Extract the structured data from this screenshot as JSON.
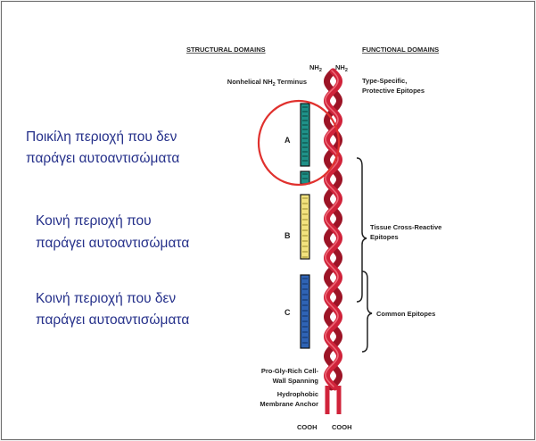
{
  "headers": {
    "structural": "STRUCTURAL DOMAINS",
    "functional": "FUNCTIONAL DOMAINS"
  },
  "termini": {
    "nh2_left": "NH",
    "nh2_right": "NH",
    "nh2_subscript": "2",
    "cooh_left": "COOH",
    "cooh_right": "COOH"
  },
  "structural_labels": {
    "nonhelical_main": "Nonhelical NH",
    "nonhelical_sub": "2",
    "nonhelical_tail": " Terminus",
    "progly_line1": "Pro-Gly-Rich Cell-",
    "progly_line2": "Wall Spanning",
    "hydro_line1": "Hydrophobic",
    "hydro_line2": "Membrane Anchor"
  },
  "domains": {
    "a": "A",
    "b": "B",
    "c": "C"
  },
  "functional_labels": {
    "type_specific_line1": "Type-Specific,",
    "type_specific_line2": "Protective Epitopes",
    "tissue_line1": "Tissue Cross-Reactive",
    "tissue_line2": "Epitopes",
    "common": "Common Epitopes"
  },
  "greek_labels": {
    "region_a_line1": "Ποικίλη περιοχή που δεν",
    "region_a_line2": "παράγει αυτοαντισώματα",
    "region_b_line1": "Κοινή περιοχή που",
    "region_b_line2": "παράγει αυτοαντισώματα",
    "region_c_line1": "Κοινή περιοχή που δεν",
    "region_c_line2": "παράγει αυτοαντισώματα"
  },
  "colors": {
    "helix": "#d0233a",
    "helix_dark": "#9c1426",
    "domain_a": "#1f9188",
    "domain_b": "#f2e27e",
    "domain_c": "#2f63b4",
    "highlight_circle": "#e0312e",
    "greek_text": "#25308a"
  }
}
